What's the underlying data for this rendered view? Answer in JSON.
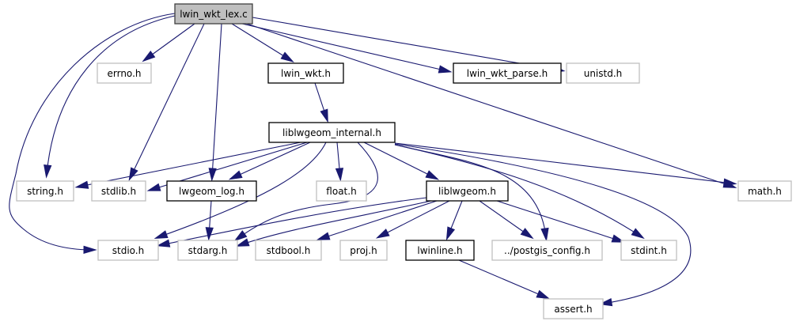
{
  "title": "lwin_wkt_lex.c include dependency graph",
  "colors": {
    "edge": "#191970",
    "root_fill": "#bfbfbf",
    "root_stroke": "#404040",
    "documented_stroke": "#000000",
    "external_stroke": "#bfbfbf",
    "node_fill": "#ffffff"
  },
  "nodes": [
    {
      "id": "lex",
      "label": "lwin_wkt_lex.c",
      "kind": "root"
    },
    {
      "id": "errno",
      "label": "errno.h",
      "kind": "external"
    },
    {
      "id": "wkt",
      "label": "lwin_wkt.h",
      "kind": "documented"
    },
    {
      "id": "parse",
      "label": "lwin_wkt_parse.h",
      "kind": "documented"
    },
    {
      "id": "unistd",
      "label": "unistd.h",
      "kind": "external"
    },
    {
      "id": "internal",
      "label": "liblwgeom_internal.h",
      "kind": "documented"
    },
    {
      "id": "string",
      "label": "string.h",
      "kind": "external"
    },
    {
      "id": "stdlib",
      "label": "stdlib.h",
      "kind": "external"
    },
    {
      "id": "log",
      "label": "lwgeom_log.h",
      "kind": "documented"
    },
    {
      "id": "float",
      "label": "float.h",
      "kind": "external"
    },
    {
      "id": "liblwgeom",
      "label": "liblwgeom.h",
      "kind": "documented"
    },
    {
      "id": "math",
      "label": "math.h",
      "kind": "external"
    },
    {
      "id": "stdio",
      "label": "stdio.h",
      "kind": "external"
    },
    {
      "id": "stdarg",
      "label": "stdarg.h",
      "kind": "external"
    },
    {
      "id": "stdbool",
      "label": "stdbool.h",
      "kind": "external"
    },
    {
      "id": "proj",
      "label": "proj.h",
      "kind": "external"
    },
    {
      "id": "lwinline",
      "label": "lwinline.h",
      "kind": "documented"
    },
    {
      "id": "config",
      "label": "../postgis_config.h",
      "kind": "external"
    },
    {
      "id": "stdint",
      "label": "stdint.h",
      "kind": "external"
    },
    {
      "id": "assert",
      "label": "assert.h",
      "kind": "external"
    }
  ],
  "edges": [
    {
      "from": "lex",
      "to": "stdio"
    },
    {
      "from": "lex",
      "to": "string"
    },
    {
      "from": "lex",
      "to": "errno"
    },
    {
      "from": "lex",
      "to": "stdlib"
    },
    {
      "from": "lex",
      "to": "log"
    },
    {
      "from": "lex",
      "to": "wkt"
    },
    {
      "from": "lex",
      "to": "parse"
    },
    {
      "from": "lex",
      "to": "unistd"
    },
    {
      "from": "lex",
      "to": "math"
    },
    {
      "from": "wkt",
      "to": "internal"
    },
    {
      "from": "internal",
      "to": "string"
    },
    {
      "from": "internal",
      "to": "stdlib"
    },
    {
      "from": "internal",
      "to": "log"
    },
    {
      "from": "internal",
      "to": "stdio"
    },
    {
      "from": "internal",
      "to": "float"
    },
    {
      "from": "internal",
      "to": "stdarg"
    },
    {
      "from": "internal",
      "to": "liblwgeom"
    },
    {
      "from": "internal",
      "to": "config"
    },
    {
      "from": "internal",
      "to": "stdint"
    },
    {
      "from": "internal",
      "to": "math"
    },
    {
      "from": "internal",
      "to": "assert"
    },
    {
      "from": "log",
      "to": "stdarg"
    },
    {
      "from": "liblwgeom",
      "to": "stdio"
    },
    {
      "from": "liblwgeom",
      "to": "stdarg"
    },
    {
      "from": "liblwgeom",
      "to": "stdbool"
    },
    {
      "from": "liblwgeom",
      "to": "proj"
    },
    {
      "from": "liblwgeom",
      "to": "lwinline"
    },
    {
      "from": "liblwgeom",
      "to": "config"
    },
    {
      "from": "liblwgeom",
      "to": "stdint"
    },
    {
      "from": "lwinline",
      "to": "assert"
    }
  ]
}
